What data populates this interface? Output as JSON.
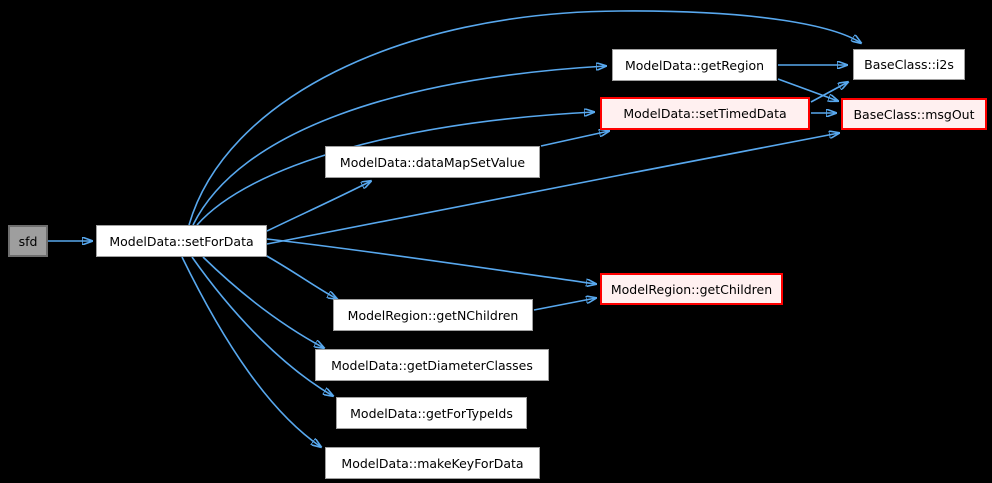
{
  "diagram": {
    "type": "doxygen-call-graph",
    "background_color": "#000000",
    "edge_color": "#58a8ee",
    "node_colors": {
      "normal_fill": "#ffffff",
      "normal_border": "#a0a0a0",
      "highlight_fill": "#fff0f0",
      "highlight_border": "#ff0000",
      "root_fill": "#9e9e9e",
      "root_border": "#6e6e6e",
      "text": "#000000"
    },
    "nodes": {
      "sfd": {
        "label": "sfd",
        "style": "root"
      },
      "setForData": {
        "label": "ModelData::setForData",
        "style": "normal"
      },
      "dataMapSetValue": {
        "label": "ModelData::dataMapSetValue",
        "style": "normal"
      },
      "getRegion": {
        "label": "ModelData::getRegion",
        "style": "normal"
      },
      "setTimedData": {
        "label": "ModelData::setTimedData",
        "style": "highlight"
      },
      "i2s": {
        "label": "BaseClass::i2s",
        "style": "normal"
      },
      "msgOut": {
        "label": "BaseClass::msgOut",
        "style": "highlight"
      },
      "getChildren": {
        "label": "ModelRegion::getChildren",
        "style": "highlight"
      },
      "getNChildren": {
        "label": "ModelRegion::getNChildren",
        "style": "normal"
      },
      "getDiameterClasses": {
        "label": "ModelData::getDiameterClasses",
        "style": "normal"
      },
      "getForTypeIds": {
        "label": "ModelData::getForTypeIds",
        "style": "normal"
      },
      "makeKeyForData": {
        "label": "ModelData::makeKeyForData",
        "style": "normal"
      }
    },
    "edges": [
      {
        "from": "sfd",
        "to": "setForData"
      },
      {
        "from": "setForData",
        "to": "i2s"
      },
      {
        "from": "setForData",
        "to": "getRegion"
      },
      {
        "from": "setForData",
        "to": "setTimedData"
      },
      {
        "from": "setForData",
        "to": "dataMapSetValue"
      },
      {
        "from": "setForData",
        "to": "msgOut"
      },
      {
        "from": "setForData",
        "to": "getChildren"
      },
      {
        "from": "setForData",
        "to": "getNChildren"
      },
      {
        "from": "setForData",
        "to": "getDiameterClasses"
      },
      {
        "from": "setForData",
        "to": "getForTypeIds"
      },
      {
        "from": "setForData",
        "to": "makeKeyForData"
      },
      {
        "from": "dataMapSetValue",
        "to": "setTimedData"
      },
      {
        "from": "getRegion",
        "to": "i2s"
      },
      {
        "from": "getRegion",
        "to": "msgOut"
      },
      {
        "from": "setTimedData",
        "to": "i2s"
      },
      {
        "from": "setTimedData",
        "to": "msgOut"
      },
      {
        "from": "getNChildren",
        "to": "getChildren"
      }
    ]
  }
}
